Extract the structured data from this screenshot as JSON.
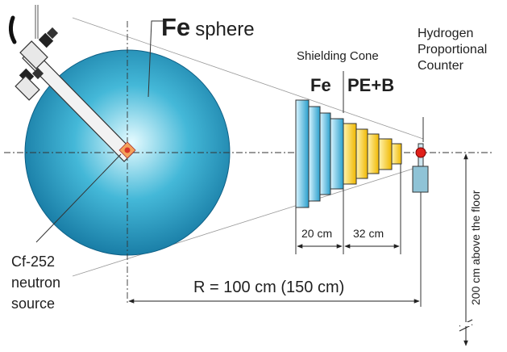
{
  "labels": {
    "sphere_bold": "Fe",
    "sphere_rest": "sphere",
    "shielding_cone": "Shielding Cone",
    "fe": "Fe",
    "pe_b": "PE+B",
    "detector_line1": "Hydrogen",
    "detector_line2": "Proportional",
    "detector_line3": "Counter",
    "source_line1": "Cf-252",
    "source_line2": "neutron",
    "source_line3": "source",
    "fe_thickness": "20 cm",
    "pe_thickness": "32 cm",
    "distance": "R = 100 cm (150 cm)",
    "height": "200 cm above the floor"
  },
  "colors": {
    "sphere_center": "#e6fbff",
    "sphere_mid": "#44b8d8",
    "sphere_edge": "#0f6f9a",
    "fe_plate_light": "#d8f4ff",
    "fe_plate_dark": "#2a9fcc",
    "pe_plate_light": "#fff3b0",
    "pe_plate_dark": "#f0b800",
    "source_red": "#d9352a",
    "detector_red": "#e0201a"
  }
}
